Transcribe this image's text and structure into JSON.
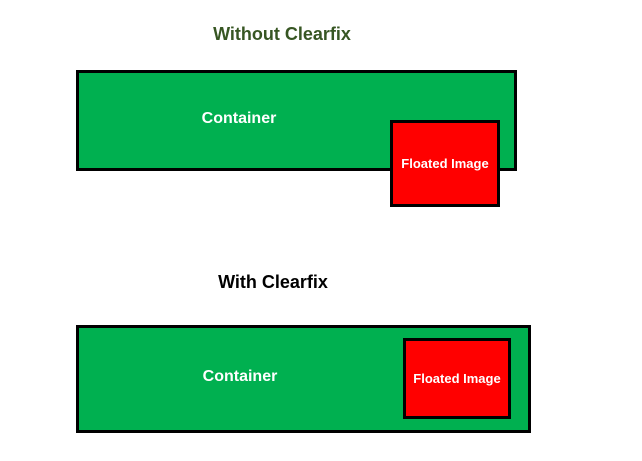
{
  "diagram": {
    "description_colors": {
      "container_fill": "#00B050",
      "floated_fill": "#FF0000",
      "box_border": "#000000",
      "title_without_color": "#375623",
      "title_with_color": "#000000",
      "box_label_color": "#ffffff",
      "background": "#ffffff"
    },
    "sections": [
      {
        "title": "Without Clearfix",
        "container_label": "Container",
        "floated_label": "Floated Image"
      },
      {
        "title": "With Clearfix",
        "container_label": "Container",
        "floated_label": "Floated Image"
      }
    ]
  }
}
